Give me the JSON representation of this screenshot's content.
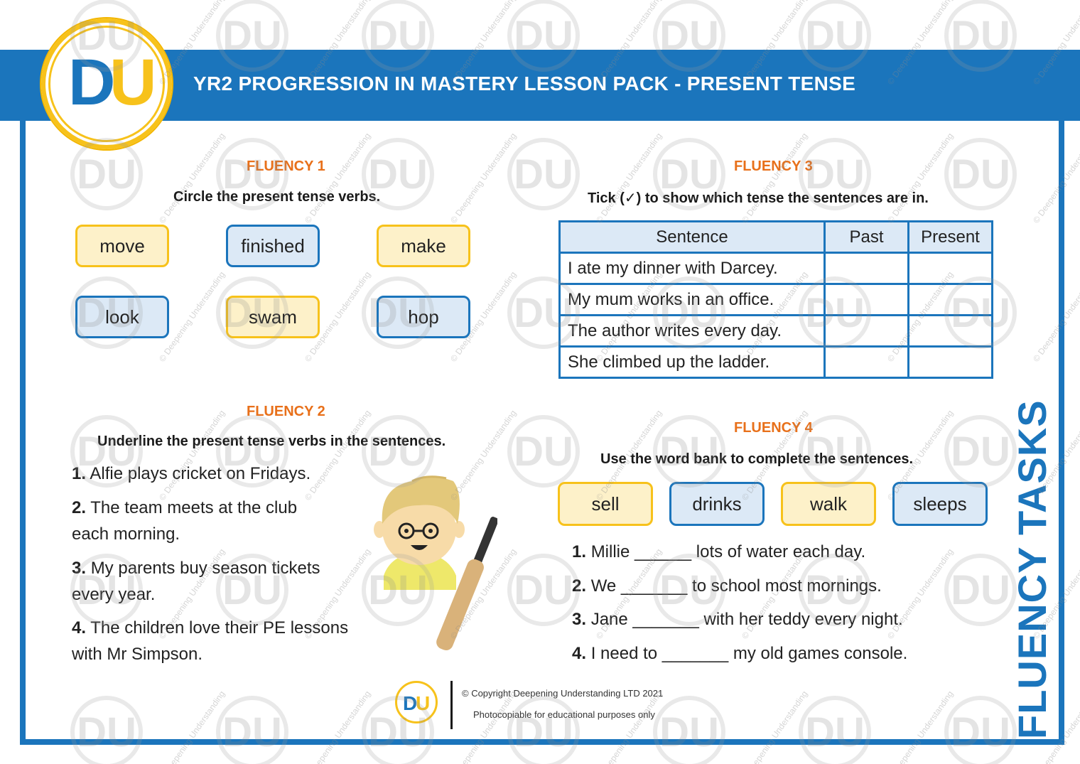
{
  "header": {
    "title": "YR2 PROGRESSION IN MASTERY LESSON PACK - PRESENT TENSE",
    "logo": {
      "left": "D",
      "right": "U"
    }
  },
  "colors": {
    "brand_blue": "#1b75bc",
    "brand_yellow": "#f7c21b",
    "section_orange": "#e8701a"
  },
  "fluency1": {
    "title": "FLUENCY 1",
    "instruction": "Circle the present tense verbs.",
    "words": [
      "move",
      "finished",
      "make",
      "look",
      "swam",
      "hop"
    ]
  },
  "fluency2": {
    "title": "FLUENCY 2",
    "instruction": "Underline the present tense verbs in the sentences.",
    "sentences": [
      {
        "num": "1.",
        "lines": [
          "Alfie plays cricket on Fridays."
        ]
      },
      {
        "num": "2.",
        "lines": [
          "The team meets at the club",
          "each morning."
        ]
      },
      {
        "num": "3.",
        "lines": [
          "My parents buy season tickets",
          "every year."
        ]
      },
      {
        "num": "4.",
        "lines": [
          "The children love their PE lessons",
          "with Mr Simpson."
        ]
      }
    ]
  },
  "fluency3": {
    "title": "FLUENCY 3",
    "instruction": "Tick (✓) to show which tense the sentences are in.",
    "headers": [
      "Sentence",
      "Past",
      "Present"
    ],
    "rows": [
      "I ate my dinner with Darcey.",
      "My mum works in an office.",
      "The author writes every day.",
      "She climbed up the ladder."
    ]
  },
  "fluency4": {
    "title": "FLUENCY 4",
    "instruction": "Use the word bank to complete the sentences.",
    "word_bank": [
      "sell",
      "drinks",
      "walk",
      "sleeps"
    ],
    "sentences": [
      {
        "num": "1.",
        "text": "Millie ______ lots of water each day."
      },
      {
        "num": "2.",
        "text": "We _______ to school most mornings."
      },
      {
        "num": "3.",
        "text": "Jane _______ with her teddy every night."
      },
      {
        "num": "4.",
        "text": "I need to _______ my old games console."
      }
    ]
  },
  "side_label": "FLUENCY TASKS",
  "footer": {
    "copyright": "© Copyright Deepening Understanding LTD 2021",
    "note": "Photocopiable for educational purposes only"
  },
  "watermark": {
    "mark": "DU",
    "text": "© Deepening Understanding"
  }
}
